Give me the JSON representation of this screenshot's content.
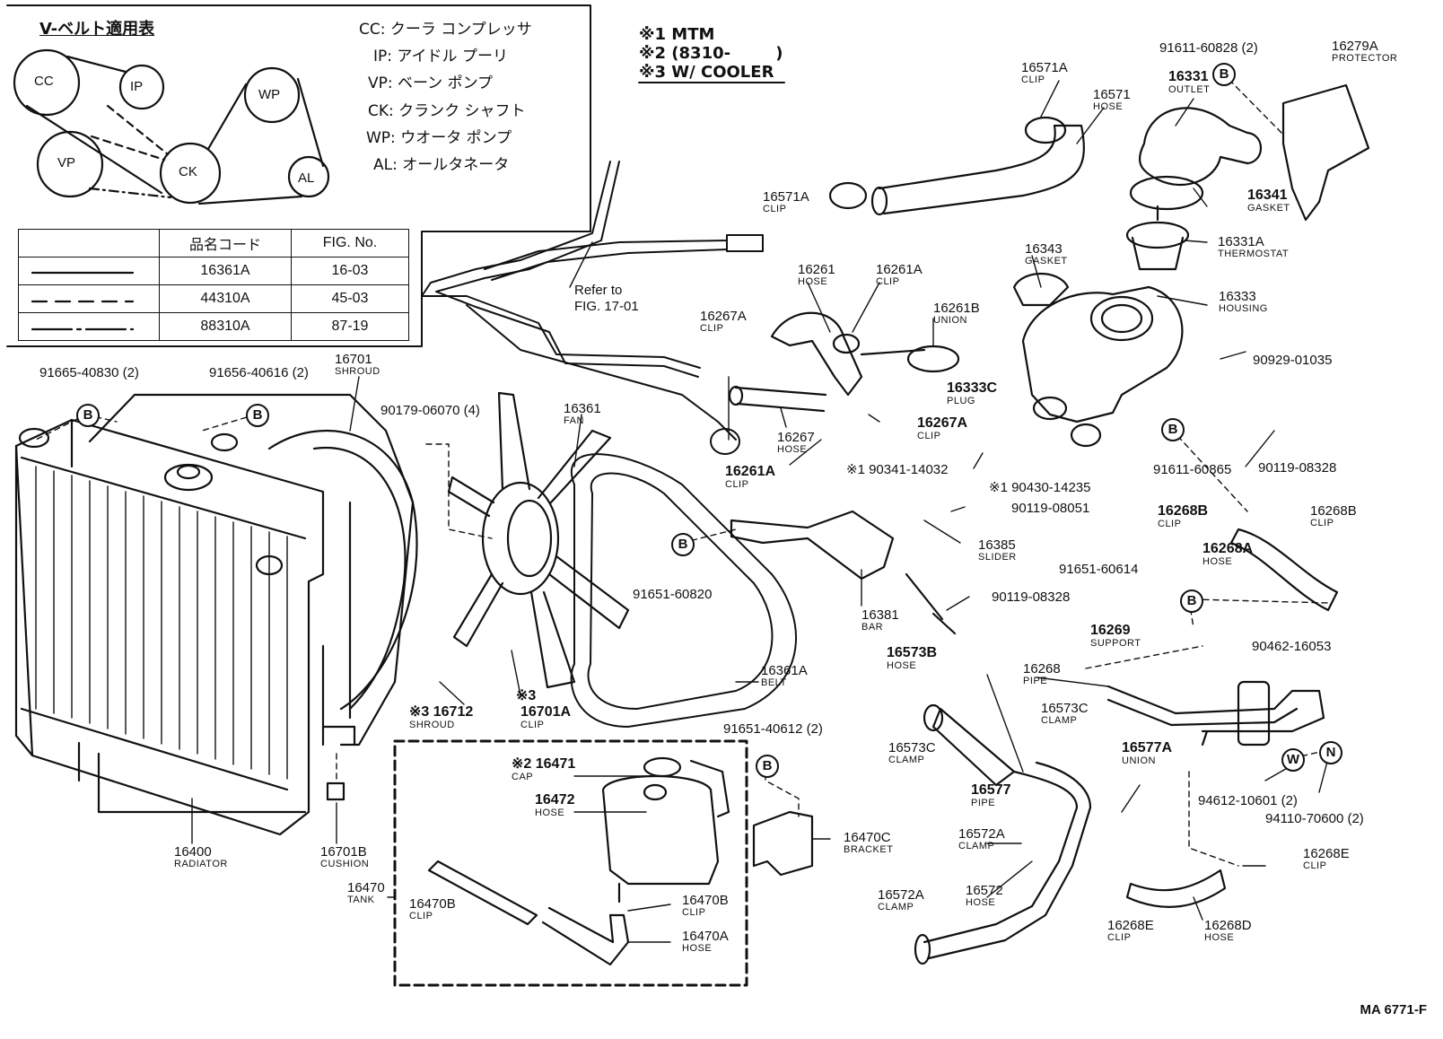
{
  "legend": {
    "title": "V-ベルト適用表",
    "abbreviations": [
      {
        "code": "CC",
        "text": "CC: クーラ コンプレッサ"
      },
      {
        "code": "IP",
        "text": "IP: アイドル プーリ"
      },
      {
        "code": "VP",
        "text": "VP: ベーン ポンプ"
      },
      {
        "code": "CK",
        "text": "CK: クランク シャフト"
      },
      {
        "code": "WP",
        "text": "WP: ウオータ ポンプ"
      },
      {
        "code": "AL",
        "text": "AL: オールタネータ"
      }
    ],
    "pulleys": [
      "CC",
      "IP",
      "VP",
      "CK",
      "WP",
      "AL"
    ],
    "table_headers": [
      "",
      "品名コード",
      "FIG. No."
    ],
    "table_rows": [
      {
        "line": "solid",
        "code": "16361A",
        "fig": "16-03"
      },
      {
        "line": "dashed",
        "code": "44310A",
        "fig": "45-03"
      },
      {
        "line": "dash-dot",
        "code": "88310A",
        "fig": "87-19"
      }
    ]
  },
  "notes": [
    "※1 MTM",
    "※2 (8310-        )",
    "※3 W/ COOLER"
  ],
  "refer": [
    "Refer to",
    "FIG. 17-01"
  ],
  "labels": {
    "l1": {
      "pn": "16571A",
      "name": "CLIP"
    },
    "l2": {
      "pn": "16571",
      "name": "HOSE"
    },
    "l3": {
      "pn": "91611-60828 (2)",
      "name": ""
    },
    "l4": {
      "pn": "16279A",
      "name": "PROTECTOR"
    },
    "l5": {
      "pn": "16331",
      "name": "OUTLET"
    },
    "l6": {
      "pn": "16571A",
      "name": "CLIP"
    },
    "l7": {
      "pn": "16341",
      "name": "GASKET"
    },
    "l8": {
      "pn": "16331A",
      "name": "THERMOSTAT"
    },
    "l9": {
      "pn": "16343",
      "name": "GASKET"
    },
    "l10": {
      "pn": "16261",
      "name": "HOSE"
    },
    "l11": {
      "pn": "16261A",
      "name": "CLIP"
    },
    "l12": {
      "pn": "16261B",
      "name": "UNION"
    },
    "l13": {
      "pn": "16333",
      "name": "HOUSING"
    },
    "l14": {
      "pn": "16267A",
      "name": "CLIP"
    },
    "l15": {
      "pn": "90929-01035",
      "name": ""
    },
    "l16": {
      "pn": "16333C",
      "name": "PLUG"
    },
    "l17": {
      "pn": "16267A",
      "name": "CLIP"
    },
    "l18": {
      "pn": "16267",
      "name": "HOSE"
    },
    "l19": {
      "pn": "16261A",
      "name": "CLIP"
    },
    "l20": {
      "pn": "90119-08328",
      "name": ""
    },
    "l21": {
      "pn": "※1 90341-14032",
      "name": ""
    },
    "l22": {
      "pn": "※1 90430-14235",
      "name": ""
    },
    "l23": {
      "pn": "91611-60865",
      "name": ""
    },
    "l24": {
      "pn": "16268B",
      "name": "CLIP"
    },
    "l25": {
      "pn": "16268B",
      "name": "CLIP"
    },
    "l26": {
      "pn": "90119-08051",
      "name": ""
    },
    "l27": {
      "pn": "16385",
      "name": "SLIDER"
    },
    "l28": {
      "pn": "16268A",
      "name": "HOSE"
    },
    "l29": {
      "pn": "91651-60614",
      "name": ""
    },
    "l30": {
      "pn": "90119-08328",
      "name": ""
    },
    "l31": {
      "pn": "16381",
      "name": "BAR"
    },
    "l32": {
      "pn": "16269",
      "name": "SUPPORT"
    },
    "l33": {
      "pn": "90462-16053",
      "name": ""
    },
    "l34": {
      "pn": "16573B",
      "name": "HOSE"
    },
    "l35": {
      "pn": "16268",
      "name": "PIPE"
    },
    "l36": {
      "pn": "16573C",
      "name": "CLAMP"
    },
    "l37": {
      "pn": "16573C",
      "name": "CLAMP"
    },
    "l38": {
      "pn": "16577A",
      "name": "UNION"
    },
    "l39": {
      "pn": "16577",
      "name": "PIPE"
    },
    "l40": {
      "pn": "94612-10601 (2)",
      "name": ""
    },
    "l41": {
      "pn": "94110-70600 (2)",
      "name": ""
    },
    "l42": {
      "pn": "16572A",
      "name": "CLAMP"
    },
    "l43": {
      "pn": "16268E",
      "name": "CLIP"
    },
    "l44": {
      "pn": "16572A",
      "name": "CLAMP"
    },
    "l45": {
      "pn": "16572",
      "name": "HOSE"
    },
    "l46": {
      "pn": "16268E",
      "name": "CLIP"
    },
    "l47": {
      "pn": "16268D",
      "name": "HOSE"
    },
    "l48": {
      "pn": "91665-40830 (2)",
      "name": ""
    },
    "l49": {
      "pn": "91656-40616 (2)",
      "name": ""
    },
    "l50": {
      "pn": "16701",
      "name": "SHROUD"
    },
    "l51": {
      "pn": "90179-06070 (4)",
      "name": ""
    },
    "l52": {
      "pn": "16361",
      "name": "FAN"
    },
    "l53": {
      "pn": "91651-60820",
      "name": ""
    },
    "l54": {
      "pn": "16361A",
      "name": "BELT"
    },
    "l55": {
      "pn": "※3 16712",
      "name": "SHROUD"
    },
    "l56": {
      "pn": "※3",
      "name": ""
    },
    "l57": {
      "pn": "16701A",
      "name": "CLIP"
    },
    "l58": {
      "pn": "91651-40612 (2)",
      "name": ""
    },
    "l59": {
      "pn": "※2 16471",
      "name": "CAP"
    },
    "l60": {
      "pn": "16472",
      "name": "HOSE"
    },
    "l61": {
      "pn": "16470C",
      "name": "BRACKET"
    },
    "l62": {
      "pn": "16400",
      "name": "RADIATOR"
    },
    "l63": {
      "pn": "16701B",
      "name": "CUSHION"
    },
    "l64": {
      "pn": "16470",
      "name": "TANK"
    },
    "l65": {
      "pn": "16470B",
      "name": "CLIP"
    },
    "l66": {
      "pn": "16470B",
      "name": "CLIP"
    },
    "l67": {
      "pn": "16470A",
      "name": "HOSE"
    }
  },
  "markers": [
    "B",
    "B",
    "B",
    "B",
    "B",
    "B",
    "B",
    "W",
    "N"
  ],
  "drawing_code": "MA 6771-F"
}
